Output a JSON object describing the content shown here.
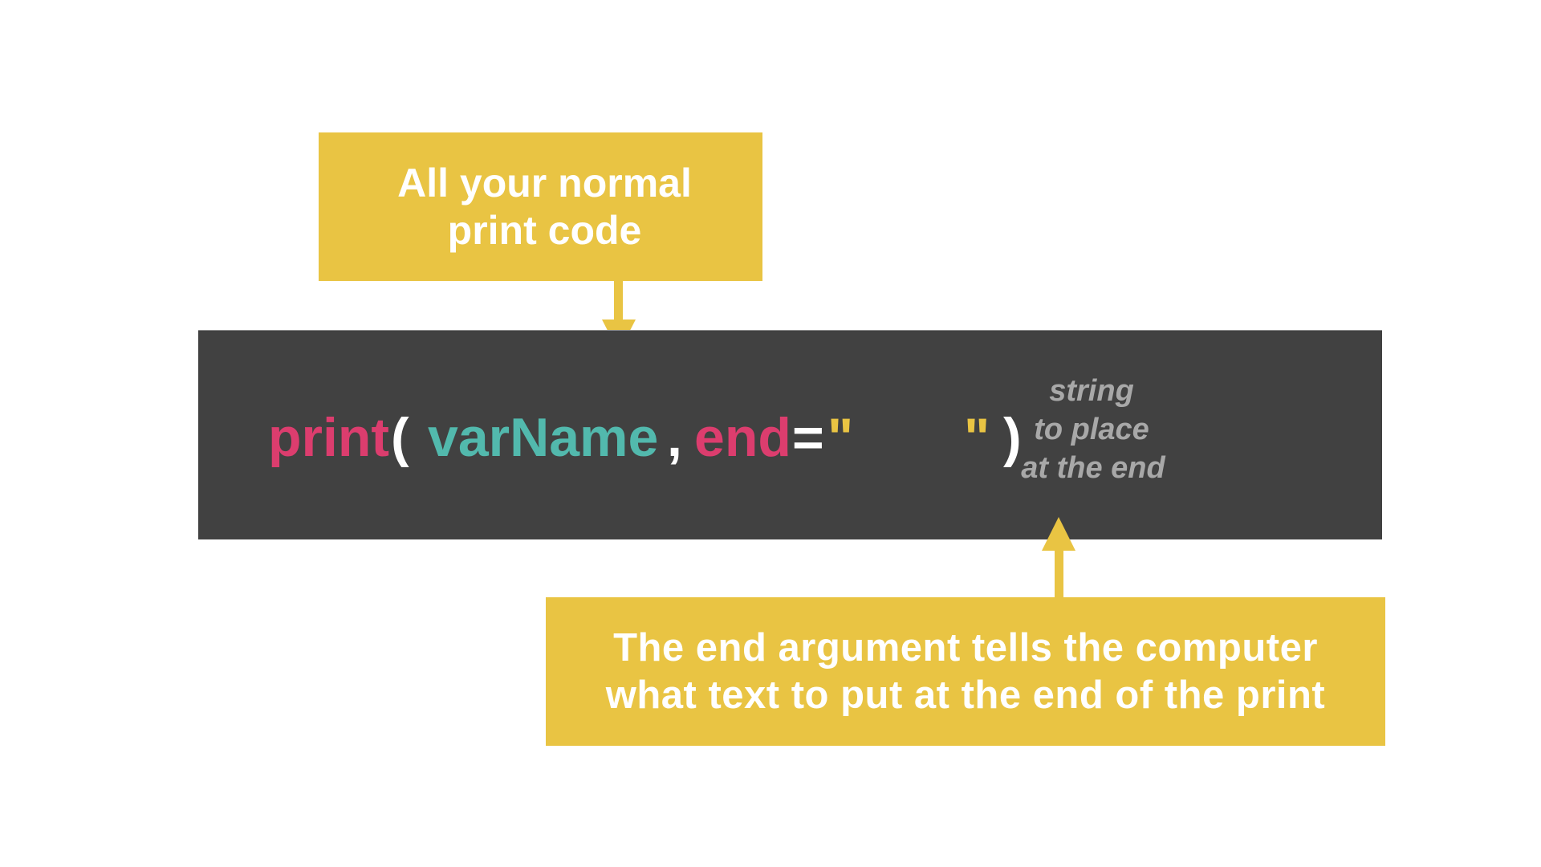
{
  "colors": {
    "callout_bg": "#E9C443",
    "code_bg": "#414141",
    "keyword": "#DC3D6E",
    "variable": "#52B9AD",
    "punctuation": "#FFFFFF",
    "string_quote": "#E9C443",
    "annotation": "#A8A8A8",
    "background": "#FFFFFF"
  },
  "top_callout": {
    "lines": [
      "All your normal",
      "print code"
    ]
  },
  "code_line": {
    "tokens": {
      "print": "print",
      "open_paren": "(",
      "var_name": "varName",
      "comma": ",",
      "end_kw": "end",
      "equals": "=",
      "open_quote": "\"",
      "close_quote": "\"",
      "close_paren": ")"
    }
  },
  "annotation": {
    "lines": [
      "string",
      "to place",
      "at the end"
    ]
  },
  "bottom_callout": {
    "lines": [
      "The end argument tells the computer",
      "what text to put at the end of the print"
    ]
  },
  "icons": {
    "top_arrow": "arrow-down",
    "bottom_arrow": "arrow-up"
  }
}
